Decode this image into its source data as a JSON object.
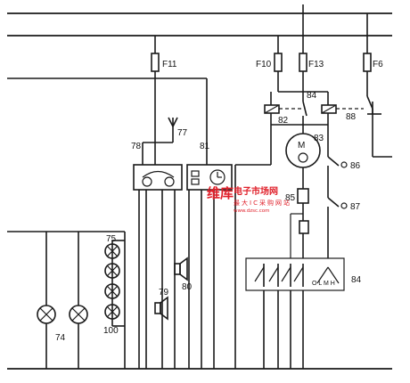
{
  "fuses": [
    "F11",
    "F10",
    "F13",
    "F6"
  ],
  "components": {
    "antenna": "77",
    "radio": "78",
    "clock": "81",
    "relay_left": "82",
    "relay_right": "88",
    "motor": "83",
    "motor_symbol": "M",
    "switch_top": "84",
    "switch_86": "86",
    "switch_87": "87",
    "resistor": "85",
    "wiper_switch": "84",
    "lamp_group": "74",
    "lamp_top": "75",
    "lamp_bottom": "100",
    "speaker_79": "79",
    "speaker_80": "80",
    "wiper_positions": "O L M H"
  },
  "watermark": {
    "brand": "维库",
    "title": "电子市场网",
    "subtitle": "最大IC采购网站",
    "url": "www.dzsc.com"
  },
  "colors": {
    "line": "#1a1a1a",
    "watermark": "#e0202a"
  }
}
